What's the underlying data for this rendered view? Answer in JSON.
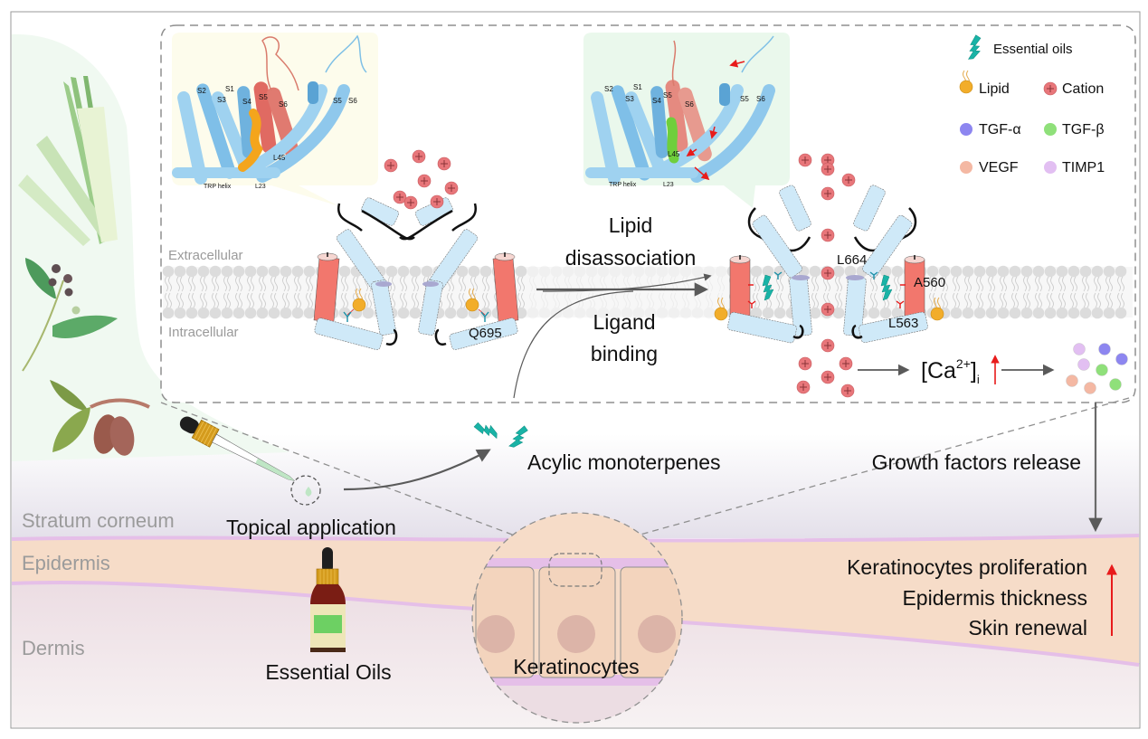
{
  "figure": {
    "title": "Essential oils promote skin renewal via TRP channel activation in keratinocytes",
    "colors": {
      "helix_blue": "#cfe9f8",
      "helix_red": "#f2776d",
      "lipid": "#f2ad2a",
      "cation": "#e8767a",
      "essential_oil": "#19b3a6",
      "epidermis": "#f6dcc8",
      "membrane_line": "#e5bfe8",
      "arrow_grey": "#5a5a5a",
      "arrow_red": "#e81b1b",
      "tgf_alpha": "#8d86f0",
      "tgf_beta": "#8fe07a",
      "vegf": "#f4b8a3",
      "timp1": "#e2bff2"
    }
  },
  "legend": {
    "items": [
      {
        "icon": "essential-oil-icon",
        "label": "Essential oils"
      },
      {
        "icon": "lipid-icon",
        "label": "Lipid"
      },
      {
        "icon": "cation-icon",
        "label": "Cation"
      },
      {
        "icon": "tgf-alpha-dot",
        "label": "TGF-α"
      },
      {
        "icon": "tgf-beta-dot",
        "label": "TGF-β"
      },
      {
        "icon": "vegf-dot",
        "label": "VEGF"
      },
      {
        "icon": "timp1-dot",
        "label": "TIMP1"
      }
    ]
  },
  "structure_closed": {
    "helices": [
      "S2",
      "S1",
      "S3",
      "S4",
      "S5",
      "S6",
      "S5",
      "S6"
    ],
    "labels": {
      "trp_helix": "TRP helix",
      "l23": "L23",
      "l45": "L45",
      "q695": "Q695"
    }
  },
  "structure_open": {
    "helices": [
      "S2",
      "S1",
      "S3",
      "S4",
      "S5",
      "S6",
      "S5",
      "S6"
    ],
    "labels": {
      "trp_helix": "TRP helix",
      "l23": "L23",
      "l45": "L45"
    }
  },
  "membrane": {
    "extracellular": "Extracellular",
    "intracellular": "Intracellular"
  },
  "channel_closed": {
    "residue": "Q695"
  },
  "channel_open": {
    "residues": [
      "L664",
      "A560",
      "L563"
    ]
  },
  "transition": {
    "lipid_line1": "Lipid",
    "lipid_line2": "disassociation",
    "ligand_line1": "Ligand",
    "ligand_line2": "binding"
  },
  "calcium": {
    "base": "[Ca",
    "sup": "2+",
    "close": "]",
    "sub": "i"
  },
  "labels": {
    "acyclic": "Acylic monoterpenes",
    "growth_factors": "Growth factors release",
    "topical": "Topical application",
    "essential_oils": "Essential Oils",
    "keratinocytes": "Keratinocytes"
  },
  "skin_layers": {
    "stratum_corneum": "Stratum corneum",
    "epidermis": "Epidermis",
    "dermis": "Dermis"
  },
  "outcomes": [
    "Keratinocytes proliferation",
    "Epidermis thickness",
    "Skin renewal"
  ]
}
